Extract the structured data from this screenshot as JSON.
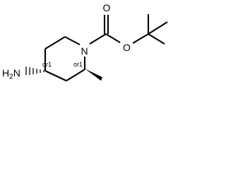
{
  "molecule": {
    "atoms": {
      "ring_nitrogen": "N",
      "carbonyl_oxygen": "O",
      "ester_oxygen": "O",
      "amine_n": "N",
      "amine_h": "H",
      "amine_count": "2"
    },
    "stereo": {
      "c4": "or1",
      "c2": "or1"
    }
  }
}
